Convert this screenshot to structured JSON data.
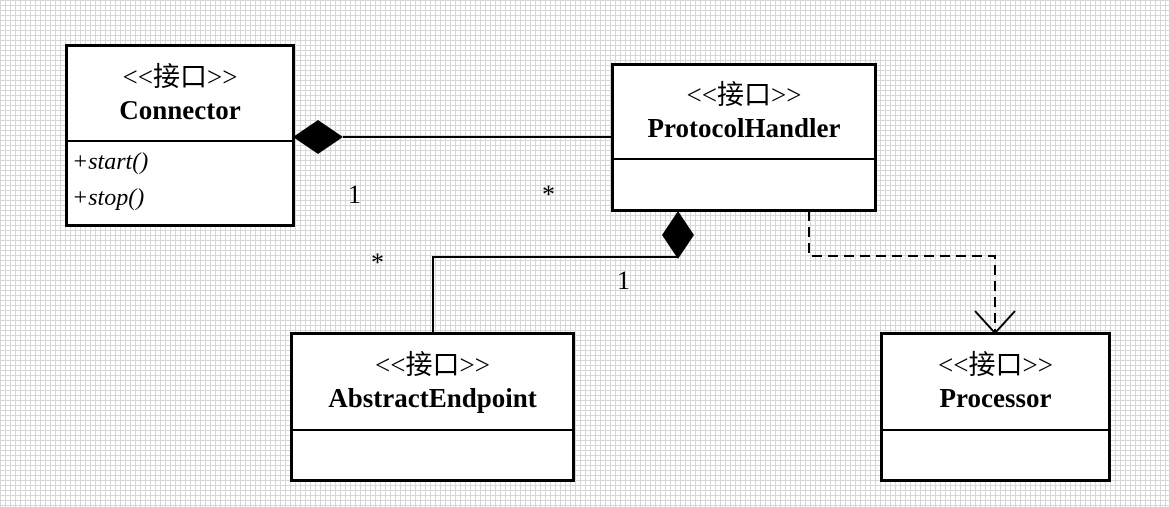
{
  "classes": {
    "connector": {
      "stereotype": "<<接口>>",
      "name": "Connector",
      "operations": [
        "+start()",
        "+stop()"
      ]
    },
    "protocol_handler": {
      "stereotype": "<<接口>>",
      "name": "ProtocolHandler"
    },
    "abstract_endpoint": {
      "stereotype": "<<接口>>",
      "name": "AbstractEndpoint"
    },
    "processor": {
      "stereotype": "<<接口>>",
      "name": "Processor"
    }
  },
  "relations": {
    "connector_protocol_handler": {
      "kind": "composition",
      "whole_multiplicity": "1",
      "part_multiplicity": "*"
    },
    "protocol_handler_abstract_endpoint": {
      "kind": "composition",
      "whole_multiplicity": "1",
      "part_multiplicity": "*"
    },
    "protocol_handler_processor": {
      "kind": "dependency"
    }
  }
}
